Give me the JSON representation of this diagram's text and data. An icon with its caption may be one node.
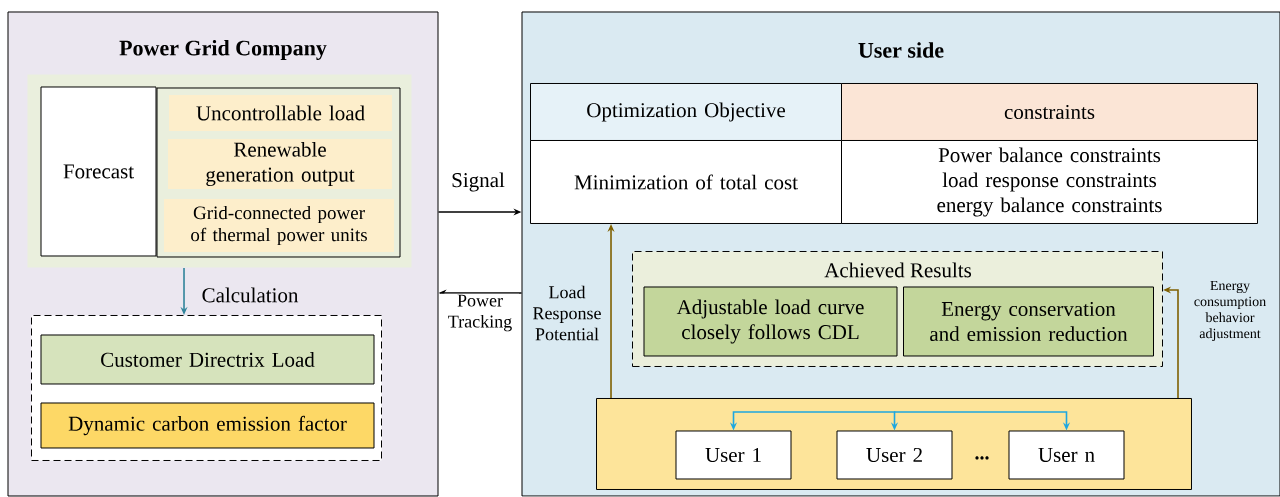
{
  "diagram": {
    "nodes": [
      {
        "text": [
          "Power Grid Company"
        ]
      },
      {
        "text": [],
        "shape": "box",
        "in": 0
      },
      {
        "text": [
          "Forecast"
        ],
        "in": 1
      },
      {
        "text": [
          "Uncontrollable load"
        ],
        "in": 1
      },
      {
        "text": [
          "Renewable generation output"
        ],
        "in": 1
      },
      {
        "text": [
          "Grid-connected power of thermal power units"
        ],
        "in": 1
      },
      {
        "text": [],
        "shape": "box",
        "in": 0
      },
      {
        "text": [
          "Customer Directrix Load"
        ],
        "in": 6
      },
      {
        "text": [
          "Dynamic carbon emission factor"
        ],
        "in": 6
      },
      {
        "text": [
          "User side"
        ]
      },
      {
        "text": [
          "Optimization Objective"
        ],
        "in": 9
      },
      {
        "text": [
          "Minimization of total cost"
        ],
        "in": 9
      },
      {
        "text": [
          "constraints"
        ],
        "in": 9
      },
      {
        "text": [
          "Power balance constraints load response constraints energy balance constraints"
        ],
        "in": 9
      },
      {
        "text": [
          "Achieved Results"
        ],
        "in": 9
      },
      {
        "text": [
          "Adjustable load curve closely follows CDL"
        ],
        "in": 14
      },
      {
        "text": [
          "Energy conservation and emission reduction"
        ],
        "in": 14
      },
      {
        "text": [],
        "shape": "box",
        "in": 9
      },
      {
        "text": [
          "User 1"
        ],
        "in": 17
      },
      {
        "text": [
          "User 2"
        ],
        "in": 17
      },
      {
        "text": [
          "User n"
        ],
        "in": 17
      }
    ],
    "edges": [
      {
        "from": 0,
        "to": 9,
        "arrow": "to",
        "label": "Signal",
        "color": "#000000"
      },
      {
        "from": 9,
        "to": 0,
        "arrow": "to",
        "label": "Power Tracking",
        "color": "#000000"
      },
      {
        "from": 1,
        "to": 6,
        "arrow": "to",
        "label": "Calculation",
        "color": "#31849b"
      },
      {
        "from": 17,
        "to": 11,
        "arrow": "to",
        "label": "Load Response Potential",
        "color": "#7f6000"
      },
      {
        "from": 17,
        "to": 14,
        "arrow": "to",
        "label": "Energy consumption behavior adjustment",
        "color": "#7f6000"
      },
      {
        "from": 17,
        "to": 18,
        "arrow": "to",
        "color": "#1ea7e0"
      },
      {
        "from": 17,
        "to": 19,
        "arrow": "to",
        "color": "#1ea7e0"
      },
      {
        "from": 17,
        "to": 20,
        "arrow": "to",
        "color": "#1ea7e0"
      }
    ],
    "labels": [
      "..."
    ]
  }
}
